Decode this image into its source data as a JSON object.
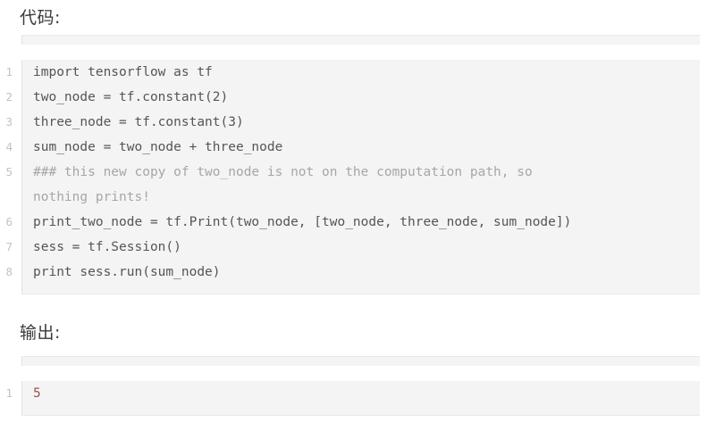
{
  "headings": {
    "code": "代码:",
    "output": "输出:"
  },
  "code_block": {
    "name": "code-block",
    "language": "python",
    "background": "#f4f4f4",
    "text_color": "#555555",
    "comment_color": "#a6a6a6",
    "gutter_color": "#c2c2c2",
    "lines": [
      {
        "number": "1",
        "text": "import tensorflow as tf",
        "kind": "code"
      },
      {
        "number": "2",
        "text": "two_node = tf.constant(2)",
        "kind": "code"
      },
      {
        "number": "3",
        "text": "three_node = tf.constant(3)",
        "kind": "code"
      },
      {
        "number": "4",
        "text": "sum_node = two_node + three_node",
        "kind": "code"
      },
      {
        "number": "5",
        "text": "### this new copy of two_node is not on the computation path, so",
        "kind": "comment"
      },
      {
        "number": "",
        "text": "nothing prints!",
        "kind": "comment"
      },
      {
        "number": "6",
        "text": "print_two_node = tf.Print(two_node, [two_node, three_node, sum_node])",
        "kind": "code"
      },
      {
        "number": "7",
        "text": "sess = tf.Session()",
        "kind": "code"
      },
      {
        "number": "8",
        "text": "print sess.run(sum_node)",
        "kind": "code"
      }
    ]
  },
  "output_block": {
    "name": "output-block",
    "background": "#f4f4f4",
    "value_color": "#a0504a",
    "lines": [
      {
        "number": "1",
        "text": "5",
        "kind": "number"
      }
    ]
  }
}
